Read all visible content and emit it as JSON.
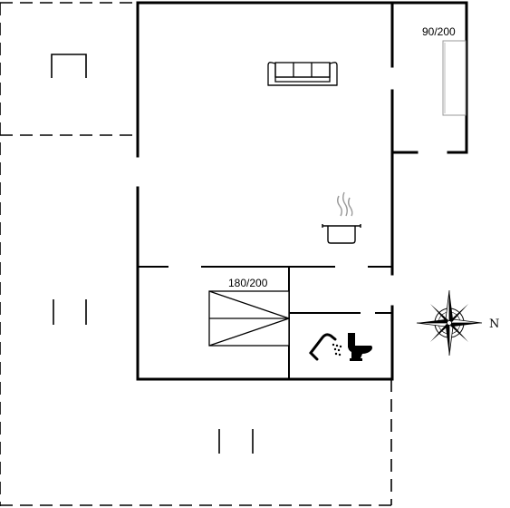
{
  "plan": {
    "labels": {
      "bed_single": "90/200",
      "bed_double": "180/200",
      "north": "N"
    },
    "icons": [
      "sofa-icon",
      "cooking-pot-icon",
      "shower-icon",
      "toilet-icon",
      "compass-rose-icon",
      "terrace-chair-icon"
    ],
    "colors": {
      "wall": "#000000",
      "dashed_outline": "#000000",
      "background": "#ffffff"
    }
  }
}
